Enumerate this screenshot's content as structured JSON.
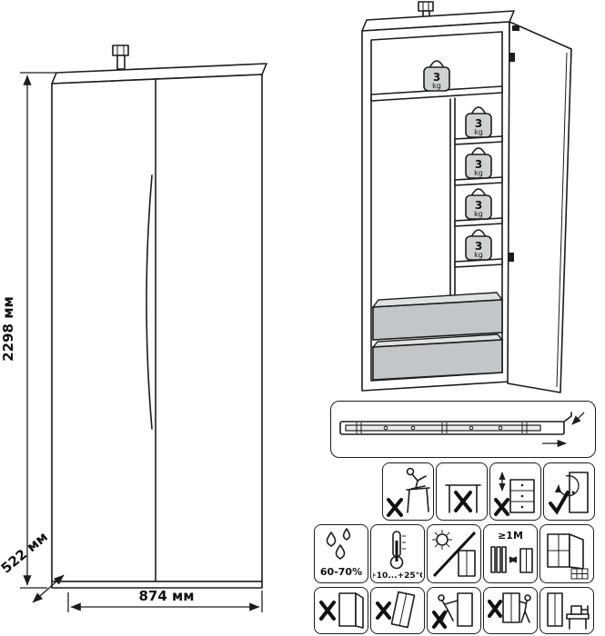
{
  "sheet": {
    "colors": {
      "ink": "#1c1c1c",
      "drawer_gray": "#c2c6c8",
      "weight_gray": "#cfd2d3"
    }
  },
  "front_view": {
    "height_label": "2298 мм",
    "depth_label": "522 мм",
    "width_label": "874 мм"
  },
  "open_view": {
    "shelf_weight": {
      "value": "3",
      "unit": "kg"
    }
  },
  "care": {
    "humidity_label": "60-70%",
    "temperature_label": "+10...+25°C",
    "distance_label": "≥1M"
  }
}
